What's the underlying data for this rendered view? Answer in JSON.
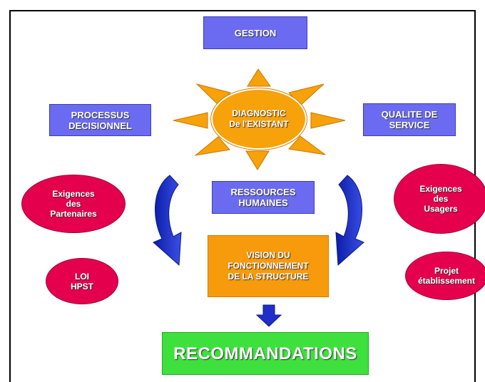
{
  "diagram": {
    "gestion": "GESTION",
    "processus": "PROCESSUS\nDECISIONNEL",
    "diagnostic": "DIAGNOSTIC\nDe l'EXISTANT",
    "qualite": "QUALITE DE\nSERVICE",
    "ressources": "RESSOURCES\nHUMAINES",
    "exigences_partenaires": "Exigences\ndes\nPartenaires",
    "exigences_usagers": "Exigences\ndes\nUsagers",
    "loi_hpst": "LOI\nHPST",
    "projet": "Projet\nétablissement",
    "vision": "VISION DU\nFONCTIONNEMENT\nDE LA STRUCTURE",
    "recommandations": "RECOMMANDATIONS"
  },
  "colors": {
    "blue_box": "#6b6bf2",
    "orange": "#f79a0c",
    "ellipse": "#e4004d",
    "green": "#3ee03e",
    "arrow": "#1f2fc8"
  }
}
